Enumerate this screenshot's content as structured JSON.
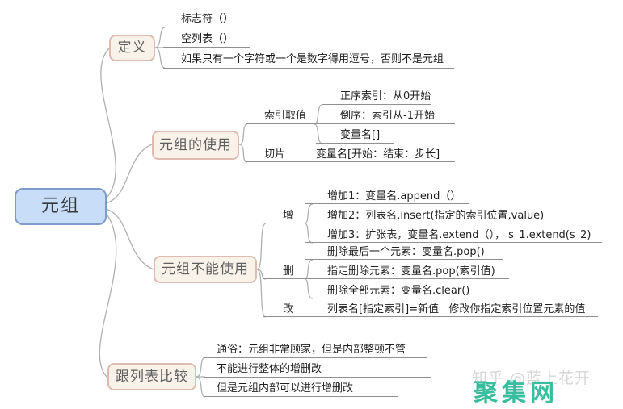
{
  "colors": {
    "root_fill": "#C8DDF7",
    "root_border": "#7E9CC9",
    "branch_fill": "#F9F2E9",
    "branch_border": "#DFBCB2",
    "connector_line": "#B0B0B0",
    "node_underline": "#909090",
    "watermark_logo_color": "#39BD9F",
    "watermark_site_color": "#D6D6D6"
  },
  "mindmap": {
    "root": {
      "label": "元组"
    },
    "definition": {
      "label": "定义",
      "children": [
        "标志符（）",
        "空列表（）",
        "如果只有一个字符或一个是数字得用逗号，否则不是元组"
      ]
    },
    "usage": {
      "label": "元组的使用",
      "indexing": {
        "label": "索引取值",
        "children": [
          "正序索引：从0开始",
          "倒序：索引从-1开始",
          "变量名[]"
        ]
      },
      "slicing": {
        "label": "切片",
        "value": "变量名[开始：结束：步长]"
      }
    },
    "not_usable": {
      "label": "元组不能使用",
      "add": {
        "label": "增",
        "children": [
          "增加1：变量名.append（）",
          "增加2：列表名.insert(指定的索引位置,value)",
          "增加3：扩张表，变量名.extend（）， s_1.extend(s_2)"
        ]
      },
      "delete": {
        "label": "删",
        "children": [
          "删除最后一个元素：变量名.pop()",
          "指定删除元素：变量名.pop(索引值)",
          "删除全部元素：变量名.clear()"
        ]
      },
      "modify": {
        "label": "改",
        "value": "列表名[指定索引]=新值   修改你指定索引位置元素的值"
      }
    },
    "compare": {
      "label": "跟列表比较",
      "children": [
        "通俗：元组非常顾家，但是内部整顿不管",
        "不能进行整体的增删改",
        "但是元组内部可以进行增删改"
      ]
    }
  },
  "watermarks": {
    "site": "知乎 @蓝上花开",
    "logo": "聚集网"
  }
}
